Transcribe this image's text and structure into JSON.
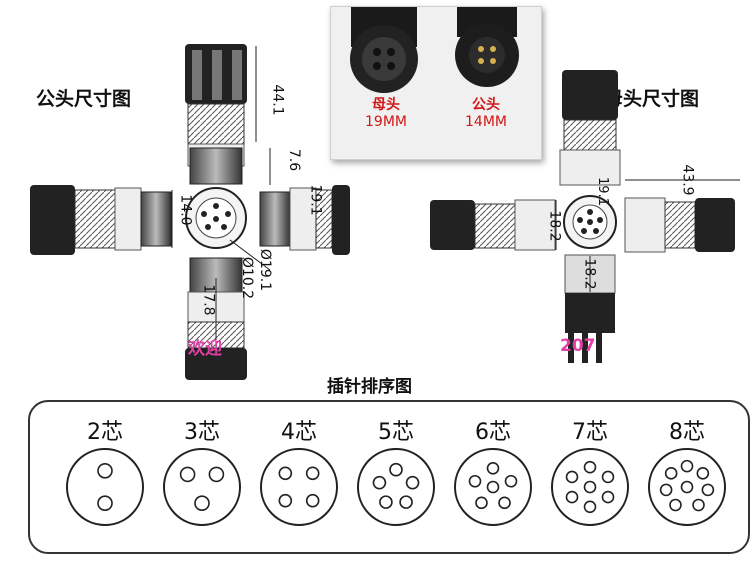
{
  "labels": {
    "male_title": "公头尺寸图",
    "female_title": "母头尺寸图",
    "pin_title": "插针排序图"
  },
  "inset": {
    "female_caption": [
      "母头",
      "19MM"
    ],
    "male_caption": [
      "公头",
      "14MM"
    ]
  },
  "dimensions_male": {
    "d1": "44.1",
    "d2": "7.6",
    "d3": "19.1",
    "d4": "14.0",
    "d5": "Ø19.1",
    "d6": "Ø10.2",
    "d7": "17.8"
  },
  "dimensions_female": {
    "d1": "43.9",
    "d2": "19.1",
    "d3": "18.2",
    "d4": "18.2"
  },
  "watermarks": {
    "left": "欢迎",
    "right": "207"
  },
  "pins": [
    {
      "label": "2芯",
      "count": 2
    },
    {
      "label": "3芯",
      "count": 3
    },
    {
      "label": "4芯",
      "count": 4
    },
    {
      "label": "5芯",
      "count": 5
    },
    {
      "label": "6芯",
      "count": 6
    },
    {
      "label": "7芯",
      "count": 7
    },
    {
      "label": "8芯",
      "count": 8
    }
  ]
}
